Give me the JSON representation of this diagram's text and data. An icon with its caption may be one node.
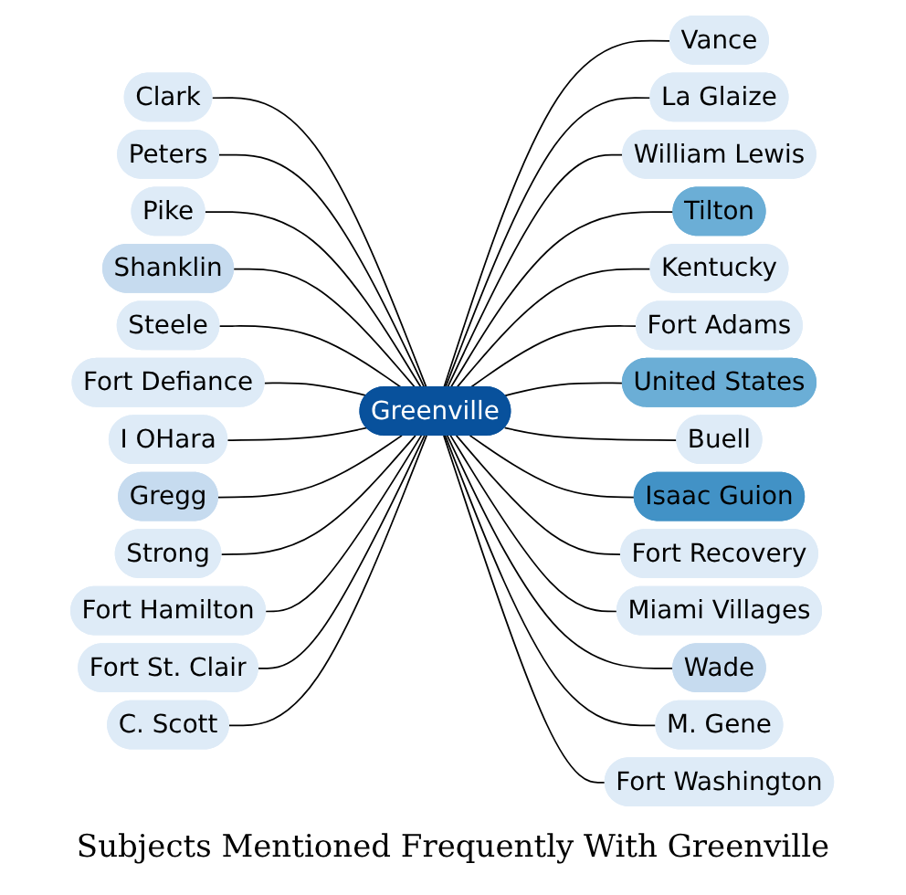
{
  "diagram": {
    "title": "Subjects Mentioned Frequently With Greenville",
    "nodes": [
      {
        "text": [
          "Greenville"
        ]
      },
      {
        "text": [
          "Clark"
        ]
      },
      {
        "text": [
          "Vance"
        ]
      },
      {
        "text": [
          "La Glaize"
        ]
      },
      {
        "text": [
          "Peters"
        ]
      },
      {
        "text": [
          "William Lewis"
        ]
      },
      {
        "text": [
          "Pike"
        ]
      },
      {
        "text": [
          "Shanklin"
        ]
      },
      {
        "text": [
          "Tilton"
        ]
      },
      {
        "text": [
          "Kentucky"
        ]
      },
      {
        "text": [
          "Steele"
        ]
      },
      {
        "text": [
          "Fort Adams"
        ]
      },
      {
        "text": [
          "United States"
        ]
      },
      {
        "text": [
          "Fort Defiance"
        ]
      },
      {
        "text": [
          "Buell"
        ]
      },
      {
        "text": [
          "Isaac Guion"
        ]
      },
      {
        "text": [
          "I OHara"
        ]
      },
      {
        "text": [
          "Gregg"
        ]
      },
      {
        "text": [
          "Fort Recovery"
        ]
      },
      {
        "text": [
          "Strong"
        ]
      },
      {
        "text": [
          "Miami Villages"
        ]
      },
      {
        "text": [
          "Wade"
        ]
      },
      {
        "text": [
          "Fort Hamilton"
        ]
      },
      {
        "text": [
          "M. Gene"
        ]
      },
      {
        "text": [
          "Fort St. Clair"
        ]
      },
      {
        "text": [
          "Fort Washington"
        ]
      },
      {
        "text": [
          "C. Scott"
        ]
      }
    ],
    "edges": [
      {
        "from": 1,
        "to": 0,
        "arrow": "none"
      },
      {
        "from": 0,
        "to": 2,
        "arrow": "none"
      },
      {
        "from": 0,
        "to": 3,
        "arrow": "none"
      },
      {
        "from": 4,
        "to": 0,
        "arrow": "none"
      },
      {
        "from": 0,
        "to": 5,
        "arrow": "none"
      },
      {
        "from": 6,
        "to": 0,
        "arrow": "none"
      },
      {
        "from": 7,
        "to": 0,
        "arrow": "none"
      },
      {
        "from": 0,
        "to": 8,
        "arrow": "none"
      },
      {
        "from": 0,
        "to": 9,
        "arrow": "none"
      },
      {
        "from": 10,
        "to": 0,
        "arrow": "none"
      },
      {
        "from": 0,
        "to": 11,
        "arrow": "none"
      },
      {
        "from": 0,
        "to": 12,
        "arrow": "none"
      },
      {
        "from": 13,
        "to": 0,
        "arrow": "none"
      },
      {
        "from": 0,
        "to": 14,
        "arrow": "none"
      },
      {
        "from": 0,
        "to": 15,
        "arrow": "none"
      },
      {
        "from": 16,
        "to": 0,
        "arrow": "none"
      },
      {
        "from": 17,
        "to": 0,
        "arrow": "none"
      },
      {
        "from": 0,
        "to": 18,
        "arrow": "none"
      },
      {
        "from": 19,
        "to": 0,
        "arrow": "none"
      },
      {
        "from": 0,
        "to": 20,
        "arrow": "none"
      },
      {
        "from": 0,
        "to": 21,
        "arrow": "none"
      },
      {
        "from": 22,
        "to": 0,
        "arrow": "none"
      },
      {
        "from": 0,
        "to": 23,
        "arrow": "none"
      },
      {
        "from": 24,
        "to": 0,
        "arrow": "none"
      },
      {
        "from": 0,
        "to": 25,
        "arrow": "none"
      },
      {
        "from": 26,
        "to": 0,
        "arrow": "none"
      }
    ]
  }
}
